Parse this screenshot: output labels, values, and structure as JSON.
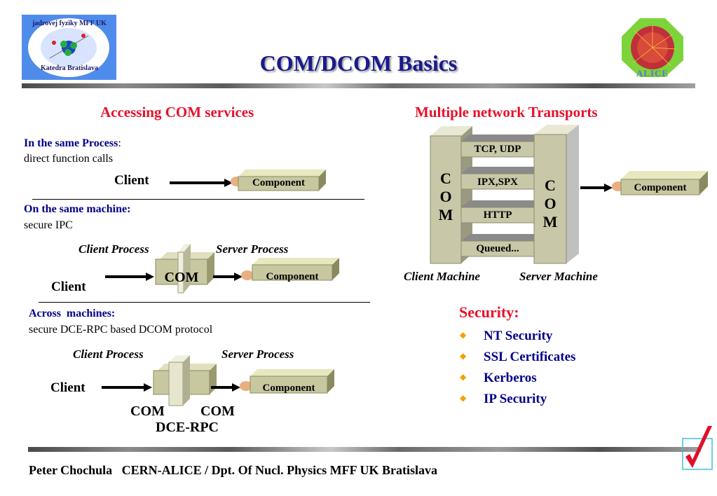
{
  "title": "COM/DCOM Basics",
  "logo_left": {
    "text_top": "jadrovej fyziky MFF UK",
    "text_bottom": "Katedra Bratislava"
  },
  "logo_right": {
    "text": "ALICE"
  },
  "left": {
    "heading": "Accessing COM services",
    "same_process": {
      "heading": "In the same Process",
      "colon": ":",
      "desc": "direct function calls",
      "client": "Client",
      "component": "Component"
    },
    "same_machine": {
      "heading": "On the same machine:",
      "desc": "secure IPC",
      "client_process": "Client Process",
      "server_process": "Server Process",
      "client": "Client",
      "com": "COM",
      "component": "Component"
    },
    "across": {
      "heading": "Across  machines:",
      "desc": "secure DCE-RPC based DCOM protocol",
      "client_process": "Client Process",
      "server_process": "Server Process",
      "client": "Client",
      "com1": "COM",
      "com2": "COM",
      "dce": "DCE-RPC",
      "component": "Component"
    }
  },
  "right": {
    "heading": "Multiple network Transports",
    "com_left": [
      "C",
      "O",
      "M"
    ],
    "com_right": [
      "C",
      "O",
      "M"
    ],
    "transports": [
      "TCP, UDP",
      "IPX,SPX",
      "HTTP",
      "Queued..."
    ],
    "component": "Component",
    "client_machine": "Client Machine",
    "server_machine": "Server Machine",
    "security": {
      "heading": "Security:",
      "items": [
        "NT Security",
        "SSL Certificates",
        "Kerberos",
        "IP Security"
      ]
    }
  },
  "footer": {
    "author": "Peter Chochula",
    "affiliation": "CERN-ALICE / Dpt. Of Nucl. Physics MFF UK Bratislava"
  },
  "colors": {
    "title": "#1a1a8c",
    "heading_red": "#e8102a",
    "navy": "#00008b",
    "bullet": "#f5a000",
    "box": "#c8c8a0"
  }
}
